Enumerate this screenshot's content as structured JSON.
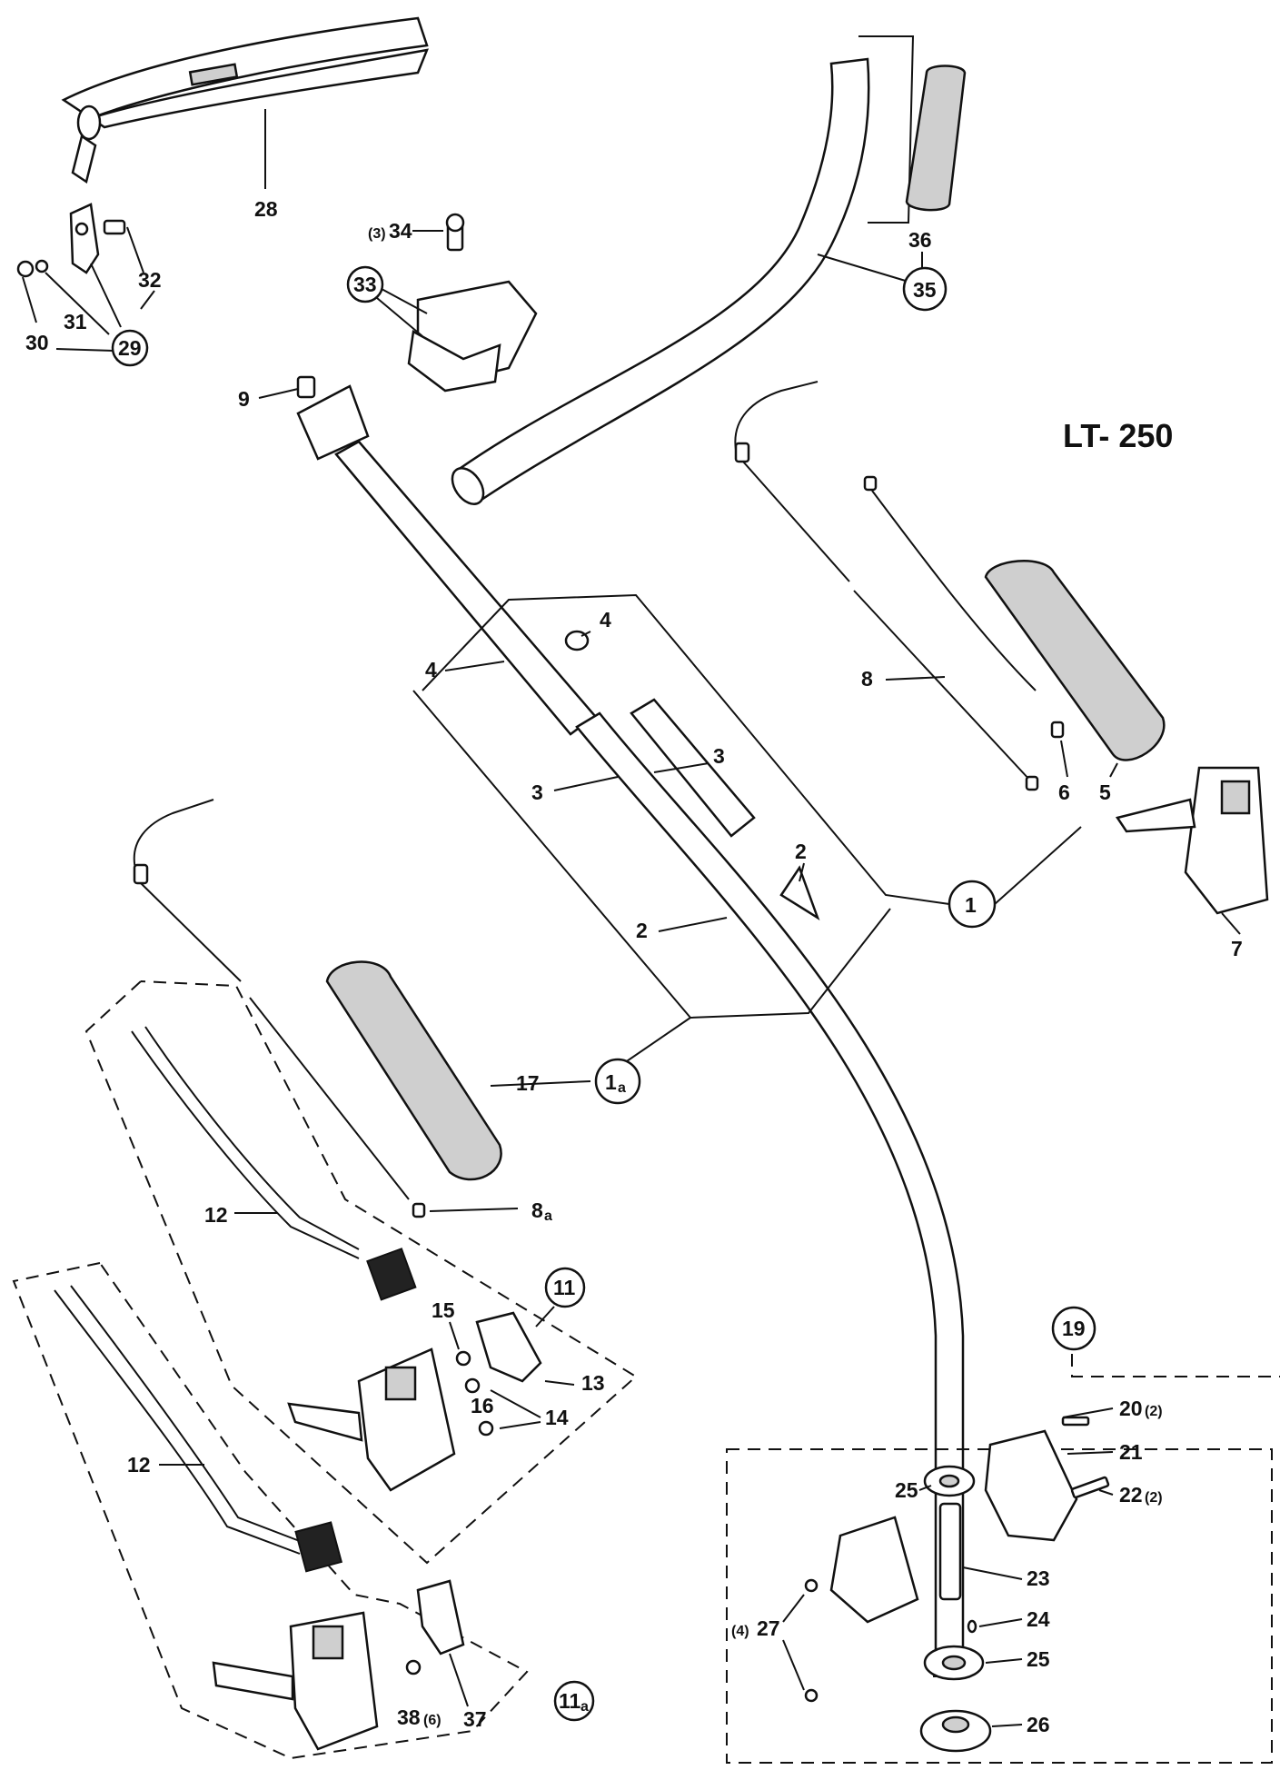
{
  "model": "LT- 250",
  "labels": {
    "l1": "1",
    "l1a": "1",
    "l1a_sub": "a",
    "l2a": "2",
    "l2b": "2",
    "l3a": "3",
    "l3b": "3",
    "l4a": "4",
    "l4b": "4",
    "l5": "5",
    "l6": "6",
    "l7": "7",
    "l8": "8",
    "l8a": "8",
    "l8a_sub": "a",
    "l9": "9",
    "l11": "11",
    "l11a": "11",
    "l11a_sub": "a",
    "l12a": "12",
    "l12b": "12",
    "l13": "13",
    "l14": "14",
    "l15": "15",
    "l16": "16",
    "l17": "17",
    "l19": "19",
    "l20": "20",
    "l20_qty": "(2)",
    "l21": "21",
    "l22": "22",
    "l22_qty": "(2)",
    "l23": "23",
    "l24": "24",
    "l25a": "25",
    "l25b": "25",
    "l26": "26",
    "l27": "27",
    "l27_qty": "(4)",
    "l28": "28",
    "l29": "29",
    "l30": "30",
    "l31": "31",
    "l32": "32",
    "l33": "33",
    "l34": "34",
    "l34_qty": "(3)",
    "l35": "35",
    "l36": "36",
    "l37": "37",
    "l38": "38",
    "l38_qty": "(6)"
  }
}
